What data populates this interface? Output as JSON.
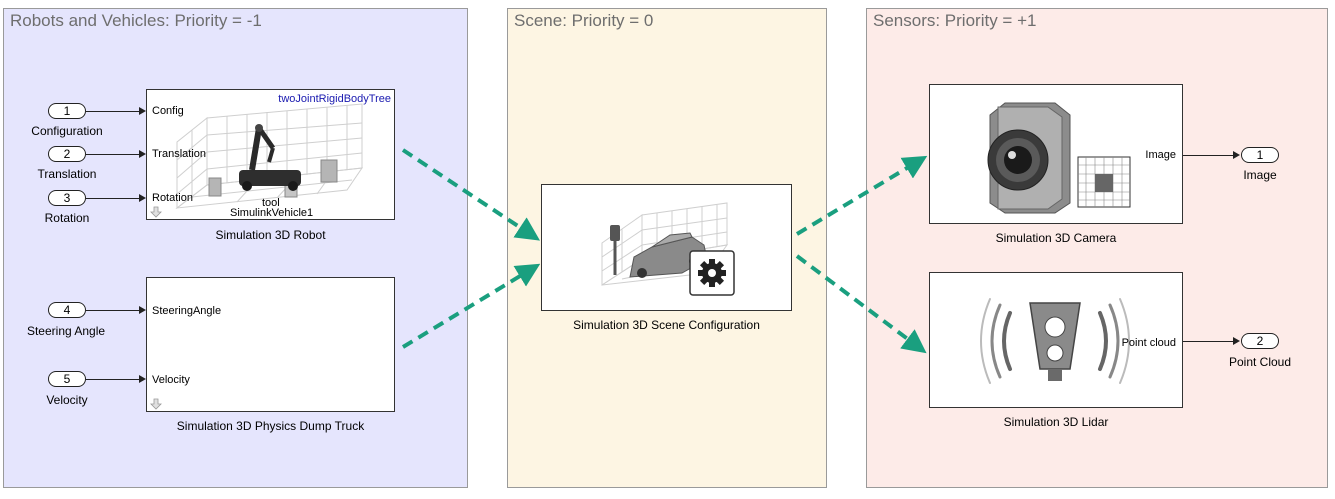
{
  "areas": {
    "robots": {
      "title": "Robots and Vehicles: Priority = -1"
    },
    "scene": {
      "title": "Scene: Priority = 0"
    },
    "sensors": {
      "title": "Sensors: Priority = +1"
    }
  },
  "colors": {
    "robots_bg": "#e5e5fd",
    "scene_bg": "#fdf5e3",
    "sensors_bg": "#fdebe8",
    "arrow": "#1a9f7f",
    "tree_text": "#1a1ab0"
  },
  "inports": [
    {
      "num": "1",
      "label": "Configuration"
    },
    {
      "num": "2",
      "label": "Translation"
    },
    {
      "num": "3",
      "label": "Rotation"
    },
    {
      "num": "4",
      "label": "Steering Angle"
    },
    {
      "num": "5",
      "label": "Velocity"
    }
  ],
  "outports": [
    {
      "num": "1",
      "label": "Image"
    },
    {
      "num": "2",
      "label": "Point Cloud"
    }
  ],
  "robot_block": {
    "label": "Simulation 3D Robot",
    "ports": [
      "Config",
      "Translation",
      "Rotation"
    ],
    "tree_name": "twoJointRigidBodyTree",
    "text_tool": "tool",
    "text_vehicle": "SimulinkVehicle1"
  },
  "truck_block": {
    "label": "Simulation 3D Physics Dump Truck",
    "ports": [
      "SteeringAngle",
      "Velocity"
    ]
  },
  "scene_block": {
    "label": "Simulation 3D Scene Configuration"
  },
  "camera_block": {
    "label": "Simulation 3D Camera",
    "port": "Image"
  },
  "lidar_block": {
    "label": "Simulation 3D Lidar",
    "port": "Point cloud"
  }
}
